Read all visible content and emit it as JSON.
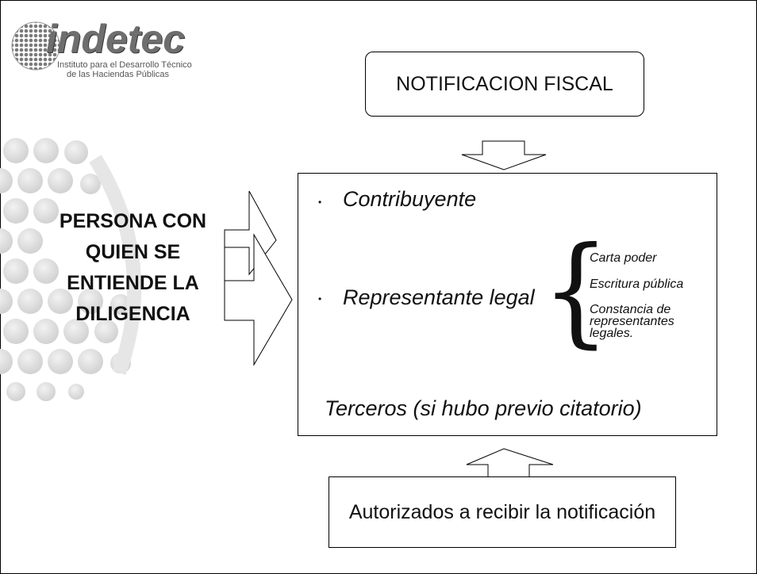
{
  "logo": {
    "name": "indetec",
    "subtitle_line1": "Instituto para el Desarrollo Técnico",
    "subtitle_line2": "de las Haciendas Públicas"
  },
  "title": "NOTIFICACION FISCAL",
  "persona_label": "PERSONA CON QUIEN SE ENTIENDE LA DILIGENCIA",
  "main": {
    "items": [
      "Contribuyente",
      "Representante legal",
      "Terceros (si hubo previo citatorio)"
    ],
    "representante_docs": [
      "Carta poder",
      "Escritura pública",
      "Constancia de representantes legales."
    ]
  },
  "autorizados": "Autorizados a recibir la notificación",
  "colors": {
    "logo_gray": "#6e6e6e",
    "dots_gray": "#d9d9d9",
    "line": "#000000"
  }
}
